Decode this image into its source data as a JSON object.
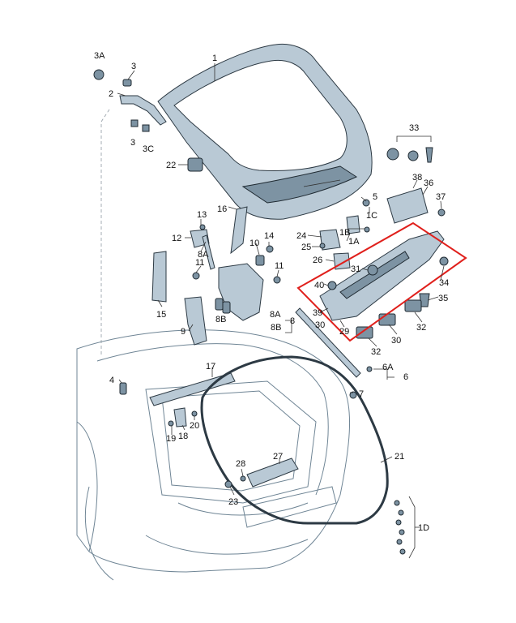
{
  "callouts": {
    "c1": "1",
    "c2": "2",
    "c3a": "3",
    "c3b": "3",
    "c3A": "3A",
    "c3C": "3C",
    "c4": "4",
    "c5": "5",
    "c6": "6",
    "c6A": "6A",
    "c7": "7",
    "c8": "8",
    "c8A_l": "8A",
    "c8B_l": "8B",
    "c8A_r": "8A",
    "c8B_r": "8B",
    "c9": "9",
    "c10": "10",
    "c11a": "11",
    "c11b": "11",
    "c12": "12",
    "c13": "13",
    "c14": "14",
    "c15": "15",
    "c16": "16",
    "c17": "17",
    "c18": "18",
    "c19": "19",
    "c20": "20",
    "c21": "21",
    "c22": "22",
    "c23": "23",
    "c24": "24",
    "c25": "25",
    "c26": "26",
    "c27": "27",
    "c28": "28",
    "c29": "29",
    "c30a": "30",
    "c30b": "30",
    "c31": "31",
    "c32a": "32",
    "c32b": "32",
    "c33": "33",
    "c34": "34",
    "c35": "35",
    "c36": "36",
    "c37": "37",
    "c38": "38",
    "c39": "39",
    "c40": "40",
    "c1A": "1A",
    "c1B": "1B",
    "c1C": "1C",
    "c1D": "1D"
  },
  "highlight_color": "#e0201c",
  "line_color": "#333333"
}
